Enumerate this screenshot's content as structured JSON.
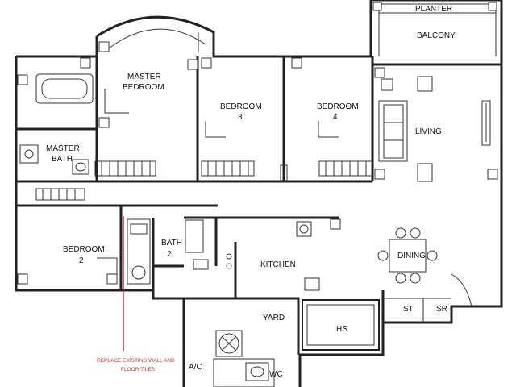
{
  "rooms": {
    "planter": "PLANTER",
    "balcony": "BALCONY",
    "master_bedroom_l1": "MASTER",
    "master_bedroom_l2": "BEDROOM",
    "bedroom3_l1": "BEDROOM",
    "bedroom3_l2": "3",
    "bedroom4_l1": "BEDROOM",
    "bedroom4_l2": "4",
    "living": "LIVING",
    "master_bath_l1": "MASTER",
    "master_bath_l2": "BATH",
    "bedroom2_l1": "BEDROOM",
    "bedroom2_l2": "2",
    "bath2_l1": "BATH",
    "bath2_l2": "2",
    "kitchen": "KITCHEN",
    "dining": "DINING",
    "yard": "YARD",
    "hs": "HS",
    "st": "ST",
    "sr": "SR",
    "ac": "A/C",
    "wc": "WC"
  },
  "annotation": {
    "line1": "REPLACE EXISTING WALL AND",
    "line2": "FLOOR TILES",
    "color": "#c0392b"
  },
  "colors": {
    "walls": "#222222",
    "background": "#ffffff"
  }
}
